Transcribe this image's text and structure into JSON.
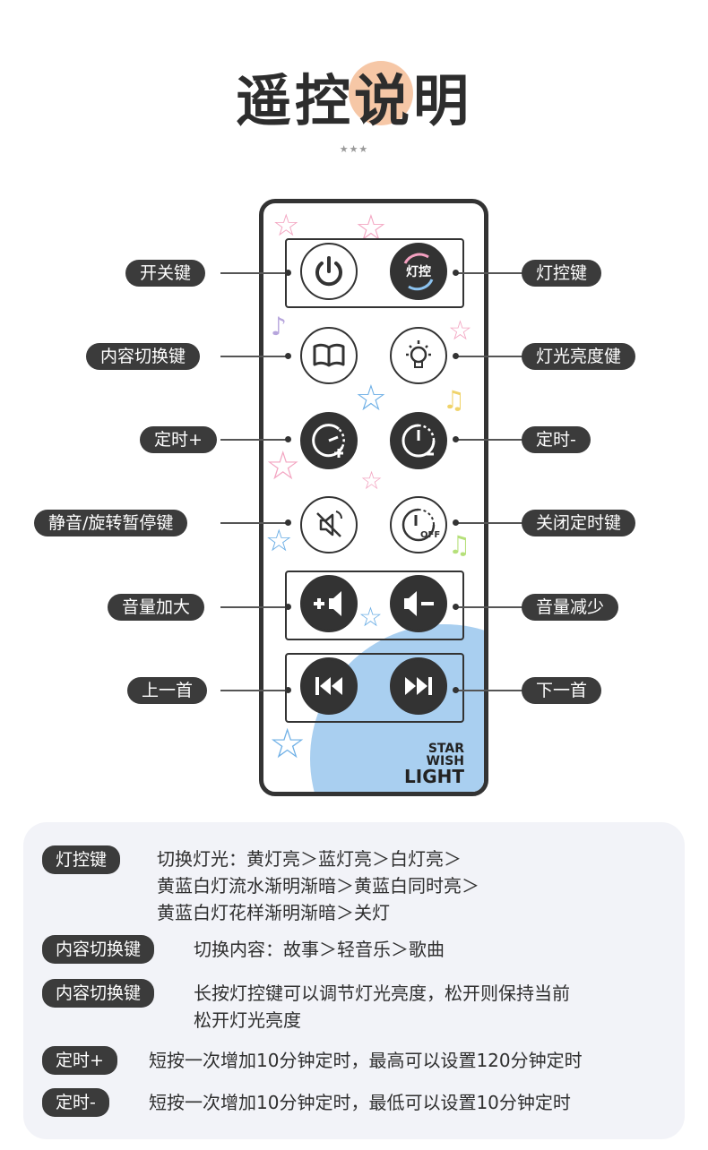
{
  "title": {
    "part1": "遥控",
    "part2": "说",
    "part3": "明"
  },
  "stars": "★★★",
  "remote": {
    "light_button_text": "灯控",
    "off_text": "OFF",
    "brand_line1": "STAR WISH",
    "brand_line2": "LIGHT"
  },
  "labels": {
    "power": "开关键",
    "light_control": "灯控键",
    "content_switch": "内容切换键",
    "brightness": "灯光亮度健",
    "timer_plus": "定时+",
    "timer_minus": "定时-",
    "mute_pause": "静音/旋转暂停键",
    "timer_off": "关闭定时键",
    "volume_up": "音量加大",
    "volume_down": "音量减少",
    "prev": "上一首",
    "next": "下一首"
  },
  "instructions": [
    {
      "label": "灯控键",
      "lines": [
        "切换灯光：黄灯亮＞蓝灯亮＞白灯亮＞",
        "黄蓝白灯流水渐明渐暗＞黄蓝白同时亮＞",
        "黄蓝白灯花样渐明渐暗＞关灯"
      ]
    },
    {
      "label": "内容切换键",
      "lines": [
        "切换内容：故事＞轻音乐＞歌曲"
      ]
    },
    {
      "label": "内容切换键",
      "lines": [
        "长按灯控键可以调节灯光亮度，松开则保持当前",
        "松开灯光亮度"
      ]
    },
    {
      "label": "定时+",
      "lines": [
        "短按一次增加10分钟定时，最高可以设置120分钟定时"
      ]
    },
    {
      "label": "定时-",
      "lines": [
        "短按一次增加10分钟定时，最低可以设置10分钟定时"
      ]
    }
  ],
  "colors": {
    "dark": "#333333",
    "accent_peach": "#f6c7a6",
    "accent_blue": "#a9cff0",
    "panel_bg": "#f2f3f8"
  },
  "icons": [
    "power-icon",
    "book-icon",
    "bulb-icon",
    "timer-plus-icon",
    "timer-minus-icon",
    "mute-rotate-icon",
    "timer-off-icon",
    "volume-up-icon",
    "volume-down-icon",
    "previous-track-icon",
    "next-track-icon"
  ]
}
